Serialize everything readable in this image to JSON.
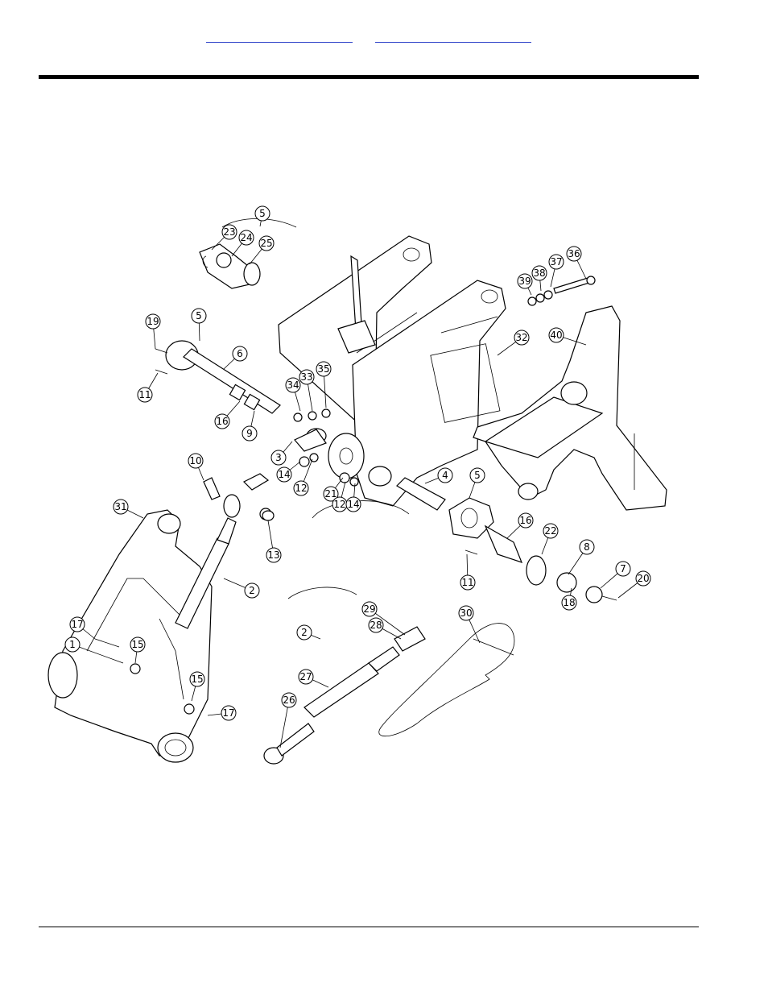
{
  "header": {
    "link1": "",
    "link2": ""
  },
  "diagram": {
    "callouts": [
      {
        "id": "c5a",
        "label": "5"
      },
      {
        "id": "c23",
        "label": "23"
      },
      {
        "id": "c24",
        "label": "24"
      },
      {
        "id": "c25",
        "label": "25"
      },
      {
        "id": "c19",
        "label": "19"
      },
      {
        "id": "c5b",
        "label": "5"
      },
      {
        "id": "c6",
        "label": "6"
      },
      {
        "id": "c11a",
        "label": "11"
      },
      {
        "id": "c16a",
        "label": "16"
      },
      {
        "id": "c9",
        "label": "9"
      },
      {
        "id": "c34",
        "label": "34"
      },
      {
        "id": "c33",
        "label": "33"
      },
      {
        "id": "c35",
        "label": "35"
      },
      {
        "id": "c3",
        "label": "3"
      },
      {
        "id": "c14a",
        "label": "14"
      },
      {
        "id": "c12a",
        "label": "12"
      },
      {
        "id": "c21",
        "label": "21"
      },
      {
        "id": "c12b",
        "label": "12"
      },
      {
        "id": "c14b",
        "label": "14"
      },
      {
        "id": "c10",
        "label": "10"
      },
      {
        "id": "c31",
        "label": "31"
      },
      {
        "id": "c13",
        "label": "13"
      },
      {
        "id": "c2a",
        "label": "2"
      },
      {
        "id": "c4",
        "label": "4"
      },
      {
        "id": "c5c",
        "label": "5"
      },
      {
        "id": "c16b",
        "label": "16"
      },
      {
        "id": "c22",
        "label": "22"
      },
      {
        "id": "c11b",
        "label": "11"
      },
      {
        "id": "c8",
        "label": "8"
      },
      {
        "id": "c7",
        "label": "7"
      },
      {
        "id": "c20",
        "label": "20"
      },
      {
        "id": "c18",
        "label": "18"
      },
      {
        "id": "c39",
        "label": "39"
      },
      {
        "id": "c38",
        "label": "38"
      },
      {
        "id": "c37",
        "label": "37"
      },
      {
        "id": "c36",
        "label": "36"
      },
      {
        "id": "c32",
        "label": "32"
      },
      {
        "id": "c40",
        "label": "40"
      },
      {
        "id": "c17a",
        "label": "17"
      },
      {
        "id": "c1",
        "label": "1"
      },
      {
        "id": "c15a",
        "label": "15"
      },
      {
        "id": "c15b",
        "label": "15"
      },
      {
        "id": "c17b",
        "label": "17"
      },
      {
        "id": "c2b",
        "label": "2"
      },
      {
        "id": "c29",
        "label": "29"
      },
      {
        "id": "c28",
        "label": "28"
      },
      {
        "id": "c27",
        "label": "27"
      },
      {
        "id": "c26",
        "label": "26"
      },
      {
        "id": "c30",
        "label": "30"
      }
    ]
  }
}
